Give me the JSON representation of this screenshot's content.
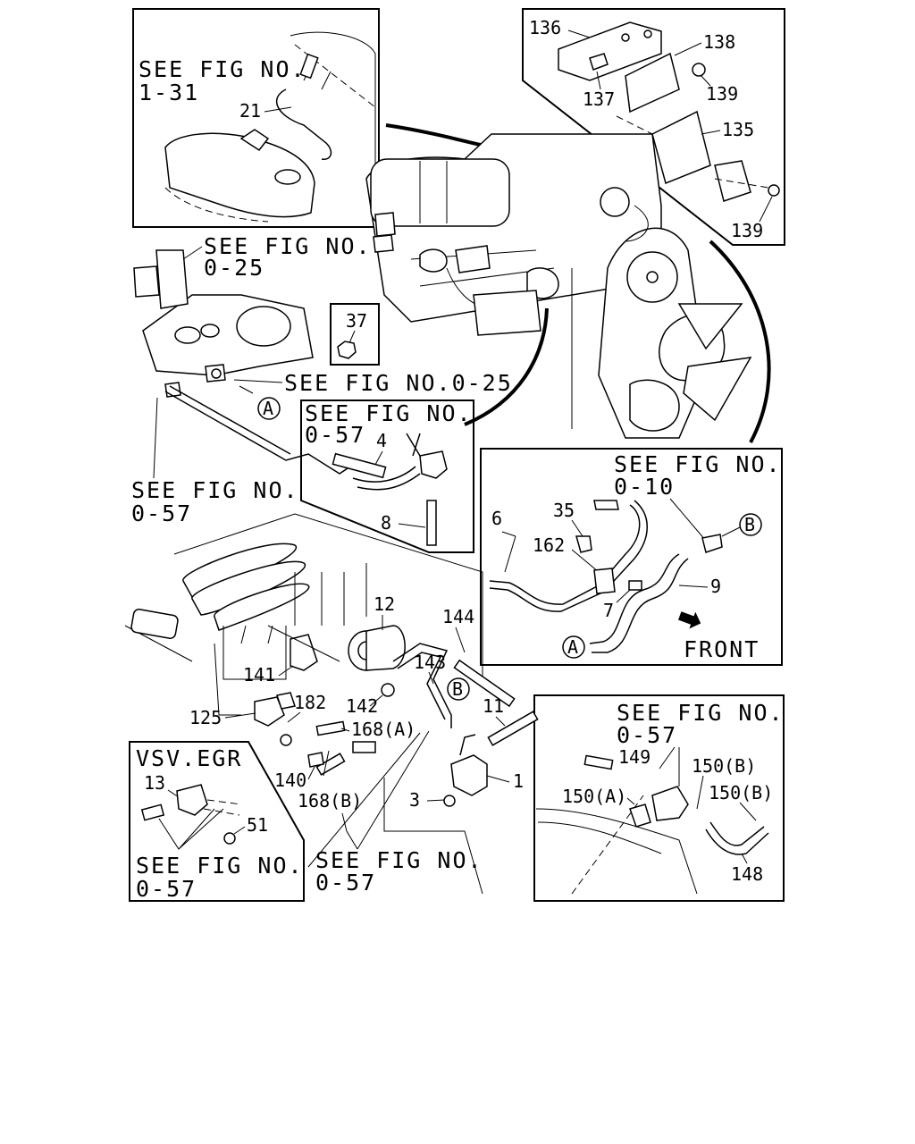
{
  "refs": {
    "fig_1_31": "SEE FIG NO.",
    "fig_1_31_no": "1-31",
    "fig_0_25_top": "SEE FIG NO.",
    "fig_0_25_top_no": "0-25",
    "fig_0_25_inline": "SEE FIG NO.0-25",
    "fig_0_57_inset": "SEE FIG NO.",
    "fig_0_57_inset_no": "0-57",
    "fig_0_57_left": "SEE FIG NO.",
    "fig_0_57_left_no": "0-57",
    "fig_0_10": "SEE FIG NO.",
    "fig_0_10_no": "0-10",
    "fig_0_57_vsv": "SEE FIG NO.",
    "fig_0_57_vsv_no": "0-57",
    "fig_0_57_center": "SEE FIG NO.",
    "fig_0_57_center_no": "0-57",
    "fig_0_57_right": "SEE FIG NO.",
    "fig_0_57_right_no": "0-57"
  },
  "parts": {
    "p21": "21",
    "p136": "136",
    "p138": "138",
    "p137": "137",
    "p139a": "139",
    "p135": "135",
    "p139b": "139",
    "p37": "37",
    "p4": "4",
    "p8": "8",
    "p6": "6",
    "p35": "35",
    "p162": "162",
    "p7": "7",
    "p9": "9",
    "p12": "12",
    "p144": "144",
    "p143": "143",
    "p141": "141",
    "p142": "142",
    "p182": "182",
    "p125": "125",
    "p168a": "168(A)",
    "p11": "11",
    "p1": "1",
    "p13": "13",
    "p51": "51",
    "p140": "140",
    "p168b": "168(B)",
    "p3": "3",
    "p149": "149",
    "p150b1": "150(B)",
    "p150a": "150(A)",
    "p150b2": "150(B)",
    "p148": "148"
  },
  "markers": {
    "a1": "A",
    "b1": "B",
    "a2": "A",
    "b2": "B"
  },
  "vsv_title": "VSV.EGR",
  "front_label": "FRONT"
}
